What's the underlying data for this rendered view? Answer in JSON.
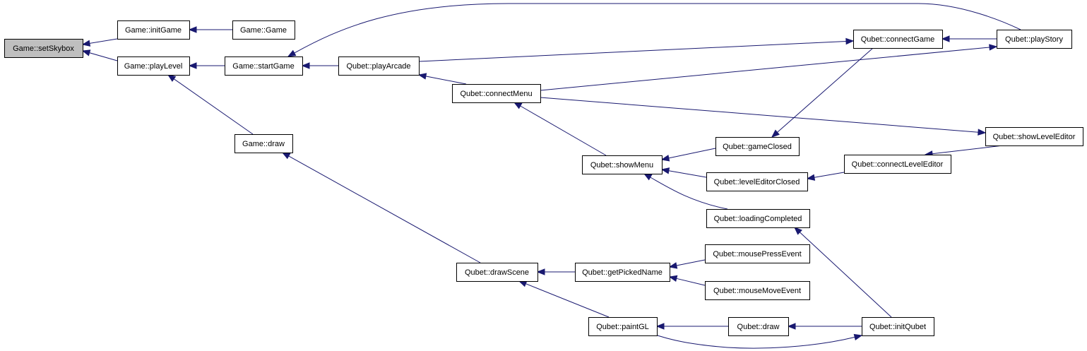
{
  "diagram": {
    "nodes": [
      {
        "id": "n1",
        "label": "Game::setSkybox",
        "highlight": true
      },
      {
        "id": "n2",
        "label": "Game::initGame"
      },
      {
        "id": "n3",
        "label": "Game::Game"
      },
      {
        "id": "n4",
        "label": "Game::playLevel"
      },
      {
        "id": "n5",
        "label": "Game::startGame"
      },
      {
        "id": "n6",
        "label": "Qubet::playArcade"
      },
      {
        "id": "n7",
        "label": "Qubet::connectMenu"
      },
      {
        "id": "n8",
        "label": "Qubet::connectGame"
      },
      {
        "id": "n9",
        "label": "Qubet::playStory"
      },
      {
        "id": "n10",
        "label": "Game::draw"
      },
      {
        "id": "n11",
        "label": "Qubet::showMenu"
      },
      {
        "id": "n12",
        "label": "Qubet::gameClosed"
      },
      {
        "id": "n13",
        "label": "Qubet::levelEditorClosed"
      },
      {
        "id": "n14",
        "label": "Qubet::connectLevelEditor"
      },
      {
        "id": "n15",
        "label": "Qubet::showLevelEditor"
      },
      {
        "id": "n16",
        "label": "Qubet::loadingCompleted"
      },
      {
        "id": "n17",
        "label": "Qubet::mousePressEvent"
      },
      {
        "id": "n18",
        "label": "Qubet::mouseMoveEvent"
      },
      {
        "id": "n19",
        "label": "Qubet::drawScene"
      },
      {
        "id": "n20",
        "label": "Qubet::getPickedName"
      },
      {
        "id": "n21",
        "label": "Qubet::paintGL"
      },
      {
        "id": "n22",
        "label": "Qubet::draw"
      },
      {
        "id": "n23",
        "label": "Qubet::initQubet"
      }
    ],
    "edges": [
      {
        "from": "n2",
        "to": "n1"
      },
      {
        "from": "n4",
        "to": "n1"
      },
      {
        "from": "n3",
        "to": "n2"
      },
      {
        "from": "n5",
        "to": "n4"
      },
      {
        "from": "n10",
        "to": "n4"
      },
      {
        "from": "n9",
        "to": "n5"
      },
      {
        "from": "n6",
        "to": "n5"
      },
      {
        "from": "n6",
        "to": "n8"
      },
      {
        "from": "n9",
        "to": "n8"
      },
      {
        "from": "n7",
        "to": "n6"
      },
      {
        "from": "n7",
        "to": "n9"
      },
      {
        "from": "n12",
        "to": "n8"
      },
      {
        "from": "n11",
        "to": "n7"
      },
      {
        "from": "n7",
        "to": "n15"
      },
      {
        "from": "n12",
        "to": "n11"
      },
      {
        "from": "n13",
        "to": "n11"
      },
      {
        "from": "n16",
        "to": "n11"
      },
      {
        "from": "n14",
        "to": "n13"
      },
      {
        "from": "n15",
        "to": "n14"
      },
      {
        "from": "n23",
        "to": "n16"
      },
      {
        "from": "n19",
        "to": "n10"
      },
      {
        "from": "n20",
        "to": "n19"
      },
      {
        "from": "n21",
        "to": "n19"
      },
      {
        "from": "n17",
        "to": "n20"
      },
      {
        "from": "n18",
        "to": "n20"
      },
      {
        "from": "n22",
        "to": "n21"
      },
      {
        "from": "n23",
        "to": "n21"
      },
      {
        "from": "n23",
        "to": "n22"
      }
    ]
  }
}
